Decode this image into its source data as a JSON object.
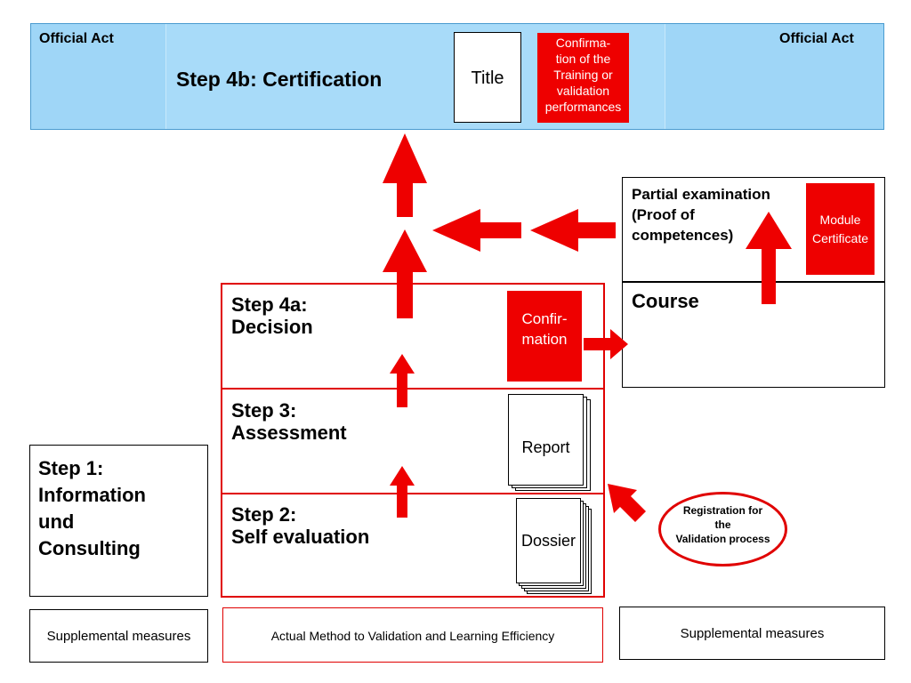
{
  "banner": {
    "official_left": "Official Act",
    "official_right": "Official Act",
    "step4b": "Step 4b: Certification",
    "title_doc": "Title",
    "confirmation": "Confirma-\ntion of the\nTraining or\nvalidation\nperformances"
  },
  "partial": {
    "text": "Partial examination\n(Proof of\ncompetences)",
    "module": "Module\nCertificate"
  },
  "course": "Course",
  "step4a": {
    "text": "Step  4a:\nDecision",
    "confirm": "Confir-\nmation"
  },
  "step3": {
    "text": "Step 3:\nAssessment",
    "doc": "Report"
  },
  "step2": {
    "text": "Step 2:\nSelf evaluation",
    "doc": "Dossier"
  },
  "step1": "Step 1:\nInformation\nund\nConsulting",
  "registration": "Registration for\nthe\nValidation process",
  "bottom": {
    "left": "Supplemental measures",
    "middle": "Actual Method to Validation and Learning Efficiency",
    "right": "Supplemental measures"
  },
  "colors": {
    "red": "#ee0000",
    "banner": "#9fd6f7"
  }
}
